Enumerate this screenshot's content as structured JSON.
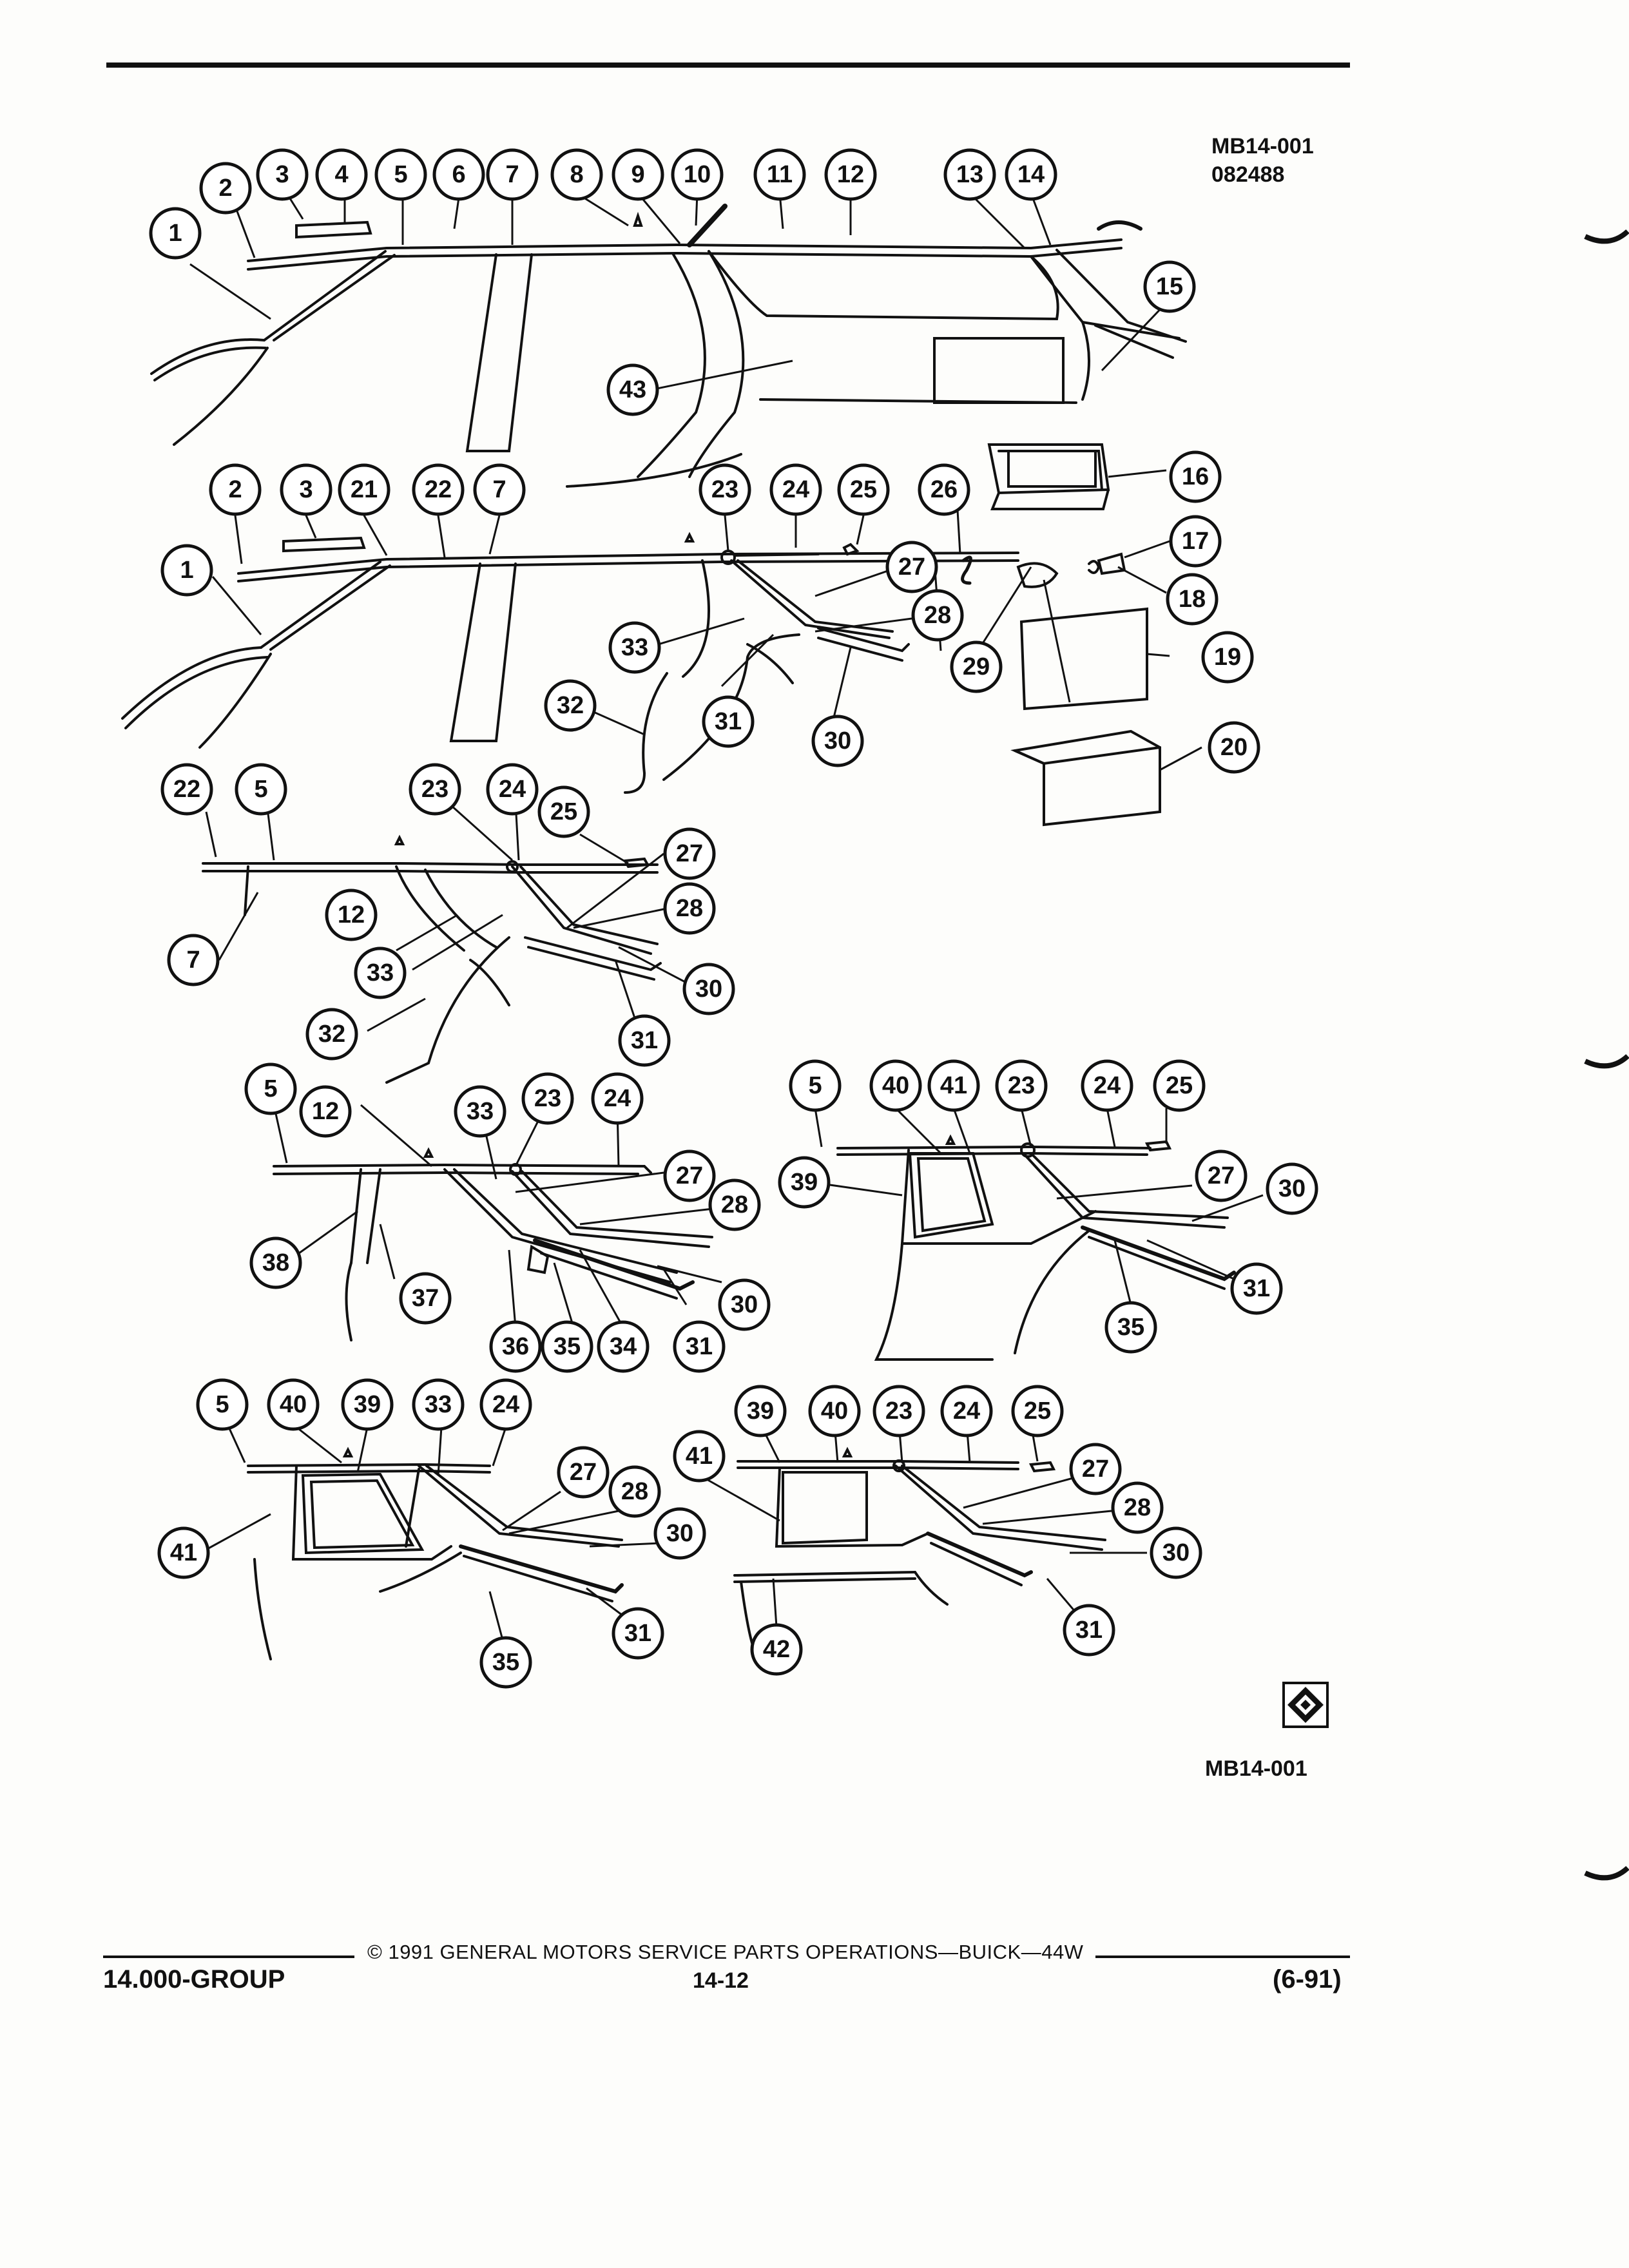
{
  "header": {
    "figure_code": "MB14-001",
    "date_code": "082488"
  },
  "figure_label": "MB14-001",
  "callouts": [
    "1",
    "2",
    "3",
    "4",
    "5",
    "6",
    "7",
    "8",
    "9",
    "10",
    "11",
    "12",
    "13",
    "14",
    "15",
    "16",
    "17",
    "18",
    "19",
    "20",
    "21",
    "22",
    "23",
    "24",
    "25",
    "26",
    "27",
    "28",
    "29",
    "30",
    "31",
    "32",
    "33",
    "34",
    "35",
    "36",
    "37",
    "38",
    "39",
    "40",
    "41",
    "42",
    "43"
  ],
  "footer": {
    "copyright": "© 1991 GENERAL MOTORS SERVICE PARTS OPERATIONS—BUICK—44W",
    "group": "14.000-GROUP",
    "page": "14-12",
    "revision": "(6-91)"
  }
}
